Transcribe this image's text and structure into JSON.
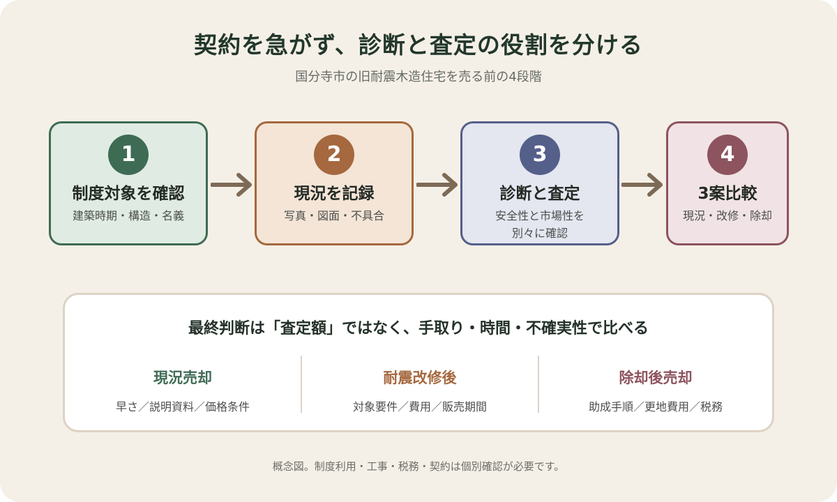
{
  "title": "契約を急がず、診断と査定の役割を分ける",
  "subtitle": "国分寺市の旧耐震木造住宅を売る前の4段階",
  "steps": [
    {
      "number": "1",
      "name": "制度対象を確認",
      "desc": "建築時期・構造・名義",
      "accent": "#3e6b54",
      "fill": "#e0ece3"
    },
    {
      "number": "2",
      "name": "現況を記録",
      "desc": "写真・図面・不具合",
      "accent": "#a5683f",
      "fill": "#f4e5d7"
    },
    {
      "number": "3",
      "name": "診断と査定",
      "desc": "安全性と市場性を\n別々に確認",
      "accent": "#545f8a",
      "fill": "#e4e6f0"
    },
    {
      "number": "4",
      "name": "3案比較",
      "desc": "現況・改修・除却",
      "accent": "#8d535e",
      "fill": "#f1e3e5"
    }
  ],
  "summary": {
    "heading": "最終判断は「査定額」ではなく、手取り・時間・不確実性で比べる",
    "columns": [
      {
        "title": "現況売却",
        "desc": "早さ／説明資料／価格条件",
        "color": "#3e6b54"
      },
      {
        "title": "耐震改修後",
        "desc": "対象要件／費用／販売期間",
        "color": "#a5683f"
      },
      {
        "title": "除却後売却",
        "desc": "助成手順／更地費用／税務",
        "color": "#8d535e"
      }
    ]
  },
  "footnote": "概念図。制度利用・工事・税務・契約は個別確認が必要です。",
  "colors": {
    "background": "#f5f0e7",
    "arrow": "#7d6a56",
    "title": "#22372c"
  }
}
